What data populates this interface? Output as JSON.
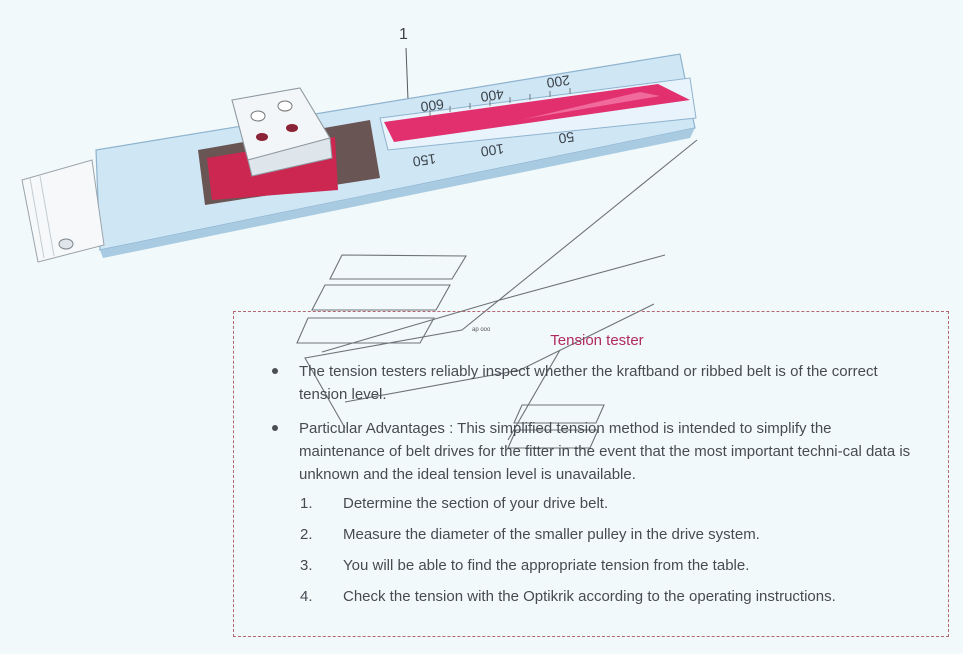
{
  "figure": {
    "callout": "1",
    "scale_top": [
      "600",
      "400",
      "200"
    ],
    "scale_bottom": [
      "150",
      "100",
      "50"
    ]
  },
  "info": {
    "title": "Tension tester",
    "bullets": [
      "The tension testers reliably inspect whether the kraftband or ribbed belt is of the correct tension level.",
      "Particular Advantages : This simplified tension method is intended to simplify the maintenance of belt drives for the fitter in the event that the most important techni-cal data is unknown and the ideal tension level is unavailable."
    ],
    "steps": [
      {
        "num": "1.",
        "text": "Determine the section of your drive belt."
      },
      {
        "num": "2.",
        "text": "Measure the diameter of the smaller pulley in the drive system."
      },
      {
        "num": "3.",
        "text": "You will be able to find the appropriate tension from the table."
      },
      {
        "num": "4.",
        "text": "Check the tension with the Optikrik according to the operating instructions."
      }
    ]
  },
  "colors": {
    "background": "#f2f9fa",
    "tool_body": "#c8e2f3",
    "indicator": "#e0296b",
    "title": "#b02a5e"
  }
}
